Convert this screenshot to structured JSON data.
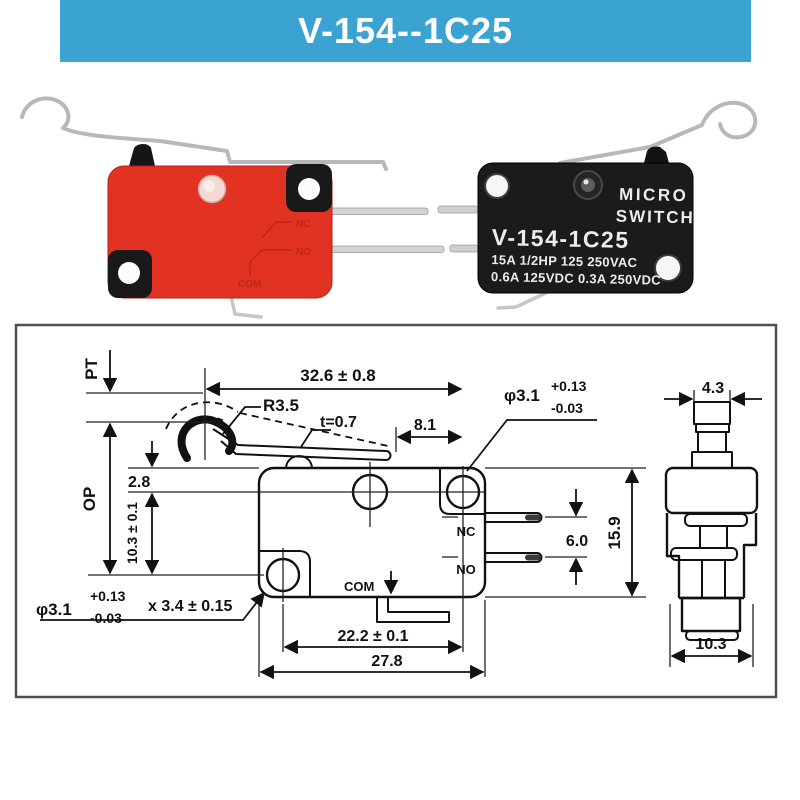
{
  "header": {
    "title": "V-154--1C25",
    "bg_color": "#3aa3d2",
    "text_color": "#ffffff"
  },
  "photos": {
    "red_switch": {
      "body_color": "#e13222",
      "molded_nc": "NC",
      "molded_no": "NO",
      "molded_com": "COM"
    },
    "black_switch": {
      "body_color": "#1b1b1b",
      "brand_line1": "MICRO",
      "brand_line2": "SWITCH",
      "model": "V-154-1C25",
      "rating_line1": "15A 1/2HP 125 250VAC",
      "rating_line2": "0.6A 125VDC 0.3A 250VDC"
    }
  },
  "drawing": {
    "ink_color": "#111111",
    "frame_color": "#4f4f4f",
    "labels": {
      "pt": "PT",
      "op": "OP",
      "r35": "R3.5",
      "t07": "t=0.7",
      "nc": "NC",
      "no": "NO",
      "com": "COM"
    },
    "dims": {
      "overall": "32.6 ± 0.8",
      "lever_tip": "8.1",
      "top_offset": "2.8",
      "hole_v": "10.3 ± 0.1",
      "hole_dia": "φ3.1",
      "tol_plus": "+0.13",
      "tol_minus": "-0.03",
      "note_depth": "x 3.4 ± 0.15",
      "pin_pitch": "6.0",
      "height": "15.9",
      "hole_pitch": "22.2 ± 0.1",
      "length": "27.8",
      "button_w": "4.3",
      "depth": "10.3"
    }
  }
}
